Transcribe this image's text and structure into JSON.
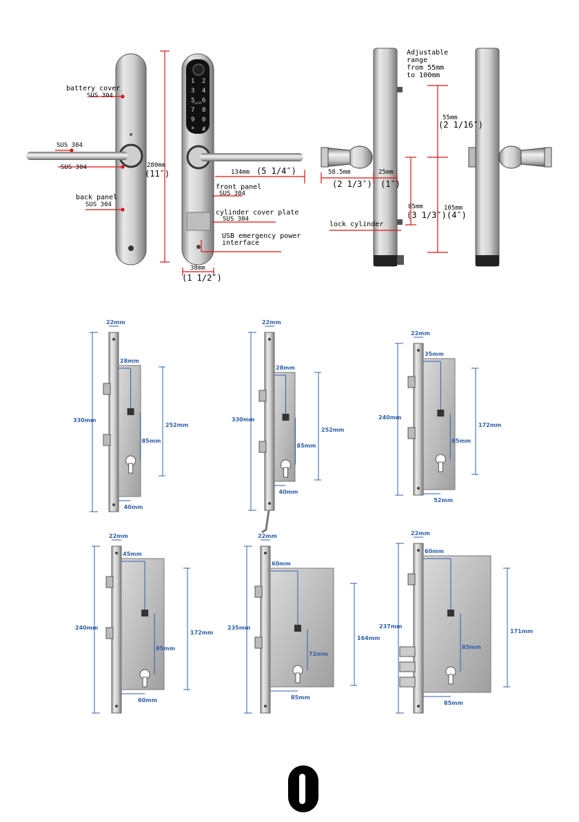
{
  "top_diagram": {
    "battery_cover": "battery cover",
    "sus_battery": "SUS 304",
    "sus_handle_left": "SUS 304",
    "sus_handle_rose": "SUS 304",
    "back_panel": "back panel",
    "sus_back": "SUS 304",
    "height_mm": "280mm",
    "height_in": "(11″)",
    "handle_mm": "134mm",
    "handle_in": "(5 1/4″)",
    "front_panel": "front panel",
    "sus_front": "SUS 304",
    "cyl_plate": "cylinder cover plate",
    "sus_cyl": "SUS 304",
    "usb_line1": "USB emergency power",
    "usb_line2": "interface",
    "width_mm": "38mm",
    "width_in": "(1 1/2″)",
    "keypad": [
      "1",
      "2",
      "3",
      "4",
      "5",
      "6",
      "7",
      "8",
      "9",
      "0",
      "*",
      "#"
    ],
    "keypad_small": "CLEAR",
    "adj1": "Adjustable",
    "adj2": "range",
    "adj3": "from 55mm",
    "adj4": "to 100mm",
    "top_mm": "55mm",
    "top_in": "(2 1/16″)",
    "lever_mm": "58.5mm",
    "lever_in": "(2 1/3″)",
    "plate_mm": "25mm",
    "plate_in": "(1″)",
    "cyl_mm": "85mm",
    "cyl_in": "(3 1/3″)",
    "low_mm": "105mm",
    "low_in": "(4″)",
    "lock_cyl": "lock cylinder"
  },
  "mortises": [
    {
      "face": "22mm",
      "height": "330mm",
      "backset": "28mm",
      "center": "85mm",
      "total": "252mm",
      "bottom": "40mm"
    },
    {
      "face": "22mm",
      "height": "330mm",
      "backset": "28mm",
      "center": "85mm",
      "total": "252mm",
      "bottom": "40mm"
    },
    {
      "face": "22mm",
      "height": "240mm",
      "backset": "35mm",
      "center": "85mm",
      "total": "172mm",
      "bottom": "52mm"
    },
    {
      "face": "22mm",
      "height": "240mm",
      "backset": "45mm",
      "center": "85mm",
      "total": "172mm",
      "bottom": "60mm"
    },
    {
      "face": "22mm",
      "height": "235mm",
      "backset": "60mm",
      "center": "72mm",
      "total": "164mm",
      "bottom": "85mm"
    },
    {
      "face": "22mm",
      "height": "237mm",
      "backset": "60mm",
      "center": "85mm",
      "total": "171mm",
      "bottom": "85mm"
    }
  ]
}
